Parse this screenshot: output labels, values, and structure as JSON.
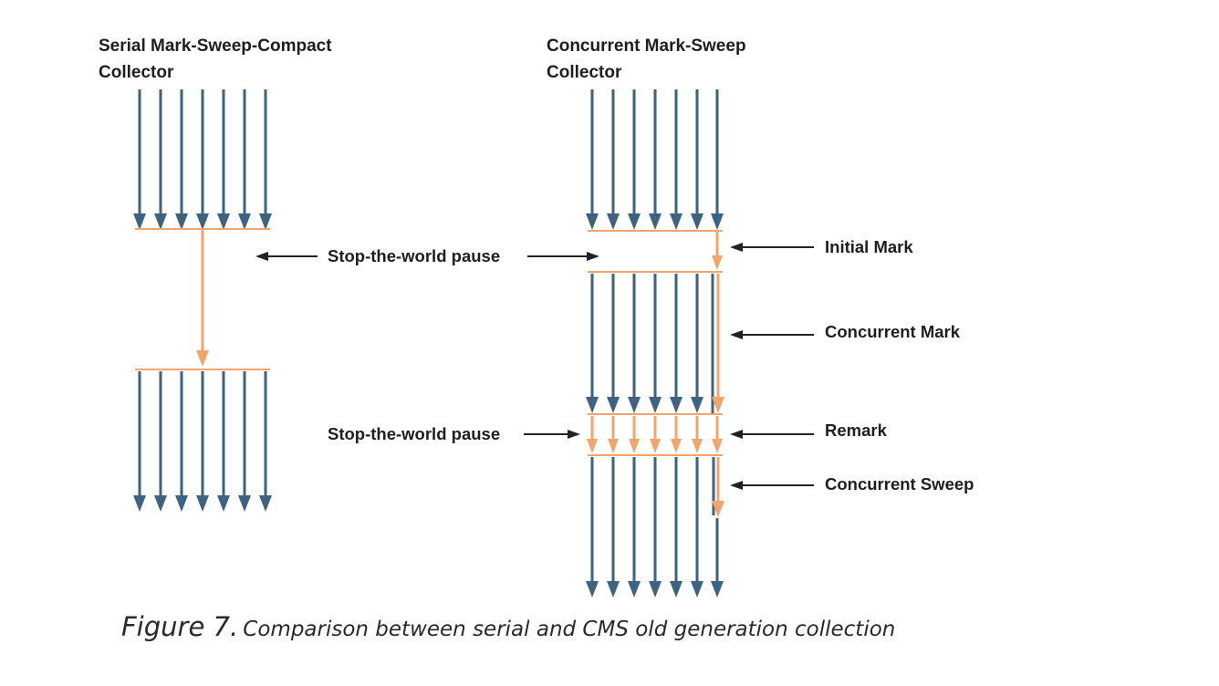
{
  "diagram": {
    "left_title": [
      "Serial Mark-Sweep-Compact",
      "Collector"
    ],
    "right_title": [
      "Concurrent Mark-Sweep",
      "Collector"
    ],
    "labels": {
      "stw_pause": "Stop-the-world pause",
      "initial_mark": "Initial Mark",
      "concurrent_mark": "Concurrent Mark",
      "remark": "Remark",
      "concurrent_sweep": "Concurrent Sweep"
    },
    "caption": {
      "figure": "Figure 7.",
      "text": "Comparison between serial and CMS old generation collection"
    },
    "colors": {
      "thread": "#3d6282",
      "gc": "#f2a56a",
      "pointer": "#222222",
      "text": "#1e1e1e"
    }
  }
}
